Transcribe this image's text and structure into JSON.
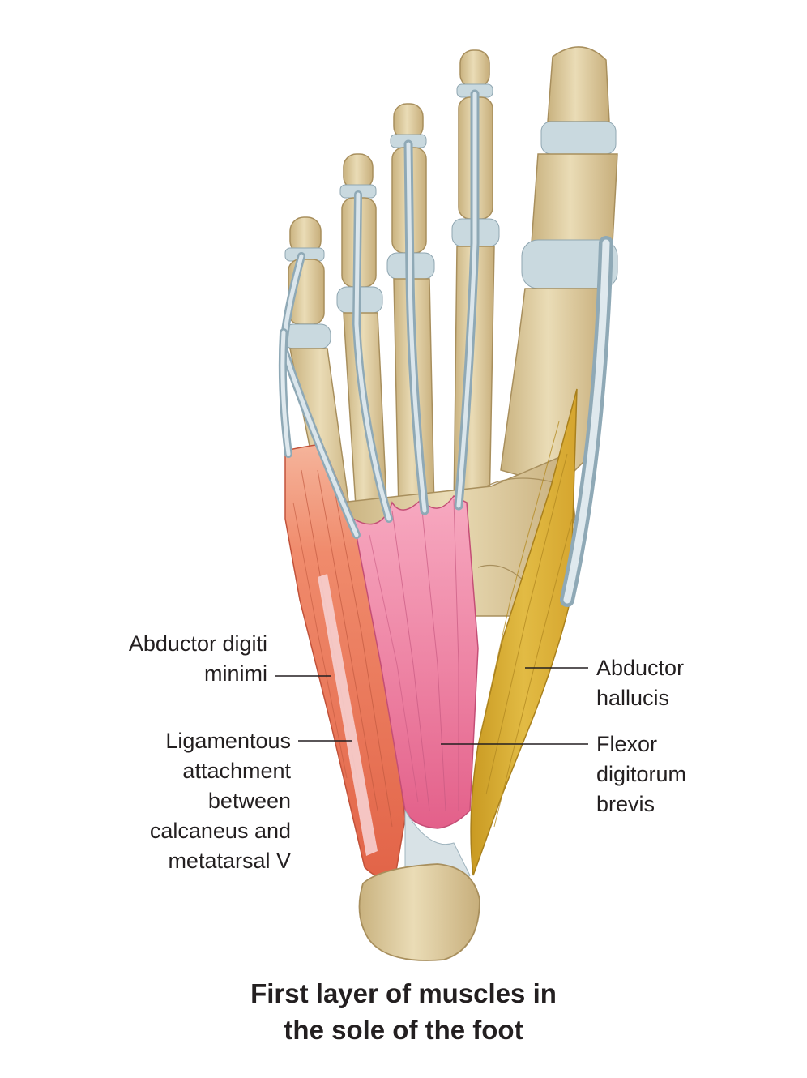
{
  "labels": {
    "abductor_digiti_minimi": [
      "Abductor digiti",
      "minimi"
    ],
    "ligamentous_attachment": [
      "Ligamentous",
      "attachment",
      "between",
      "calcaneus and",
      "metatarsal V"
    ],
    "abductor_hallucis": [
      "Abductor",
      "hallucis"
    ],
    "flexor_digitorum_brevis": [
      "Flexor",
      "digitorum",
      "brevis"
    ]
  },
  "caption": [
    "First layer of muscles in",
    "the sole of the foot"
  ],
  "colors": {
    "bone": "#e2d2a8",
    "bone_shade": "#c4ad7c",
    "cartilage": "#c9d9df",
    "tendon": "#b8cdd6",
    "abductor_digiti_minimi": "#ee7d5e",
    "flexor_digitorum_brevis": "#ec7fa0",
    "abductor_hallucis": "#ddb43a",
    "leader_line": "#231f20",
    "text": "#231f20"
  }
}
